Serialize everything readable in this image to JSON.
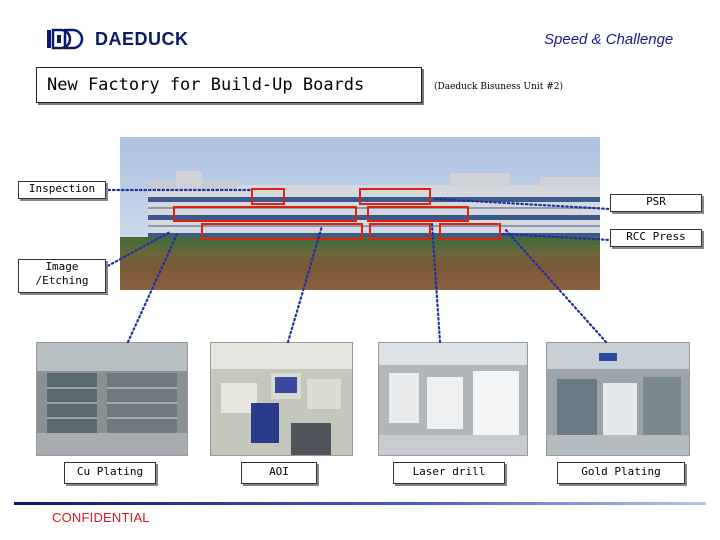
{
  "header": {
    "brand": "DAEDUCK",
    "slogan": "Speed & Challenge",
    "logo_icon": "dd-logo-icon"
  },
  "title": {
    "main": "New Factory for Build-Up Boards",
    "sub": "(Daeduck Bisuness Unit #2)"
  },
  "factory_labels": {
    "inspection": "Inspection",
    "psr": "PSR",
    "rcc_press": "RCC Press",
    "image_etching_line1": "Image",
    "image_etching_line2": "/Etching"
  },
  "process_photos": [
    {
      "label": "Cu Plating"
    },
    {
      "label": "AOI"
    },
    {
      "label": "Laser drill"
    },
    {
      "label": "Gold Plating"
    }
  ],
  "footer": {
    "confidential": "CONFIDENTIAL"
  },
  "colors": {
    "brand": "#0a1a6a",
    "connector": "#2030a0",
    "highlight_box": "#e02010",
    "confidential": "#d81818"
  }
}
